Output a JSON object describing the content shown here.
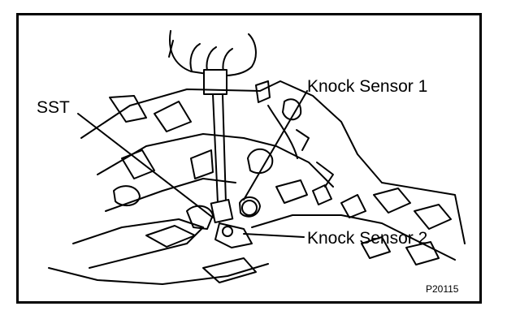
{
  "figure": {
    "labels": {
      "knock_sensor_1": "Knock Sensor 1",
      "knock_sensor_2": "Knock Sensor 2",
      "sst": "SST"
    },
    "figure_code": "P20115",
    "colors": {
      "line": "#000000",
      "background": "#ffffff"
    }
  }
}
